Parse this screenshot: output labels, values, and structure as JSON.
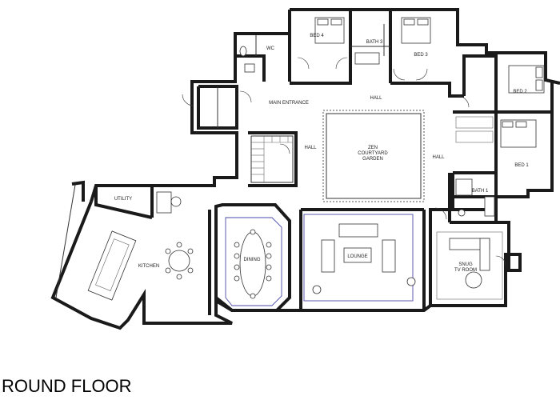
{
  "drawing": {
    "title": "ROUND FLOOR"
  },
  "rooms": {
    "bed4": "BED 4",
    "bath3": "BATH 3",
    "bed3": "BED 3",
    "wc": "WC",
    "main_entrance": "MAIN ENTRANCE",
    "hall_top": "HALL",
    "bed2": "BED 2",
    "hall_left": "HALL",
    "zen_line1": "ZEN",
    "zen_line2": "COURTYARD",
    "zen_line3": "GARDEN",
    "hall_right": "HALL",
    "bed1": "BED 1",
    "bath1": "BATH 1",
    "utility": "UTILITY",
    "kitchen": "KITCHEN",
    "dining": "DINING",
    "lounge": "LOUNGE",
    "snug_line1": "SNUG",
    "snug_line2": "TV ROOM"
  }
}
